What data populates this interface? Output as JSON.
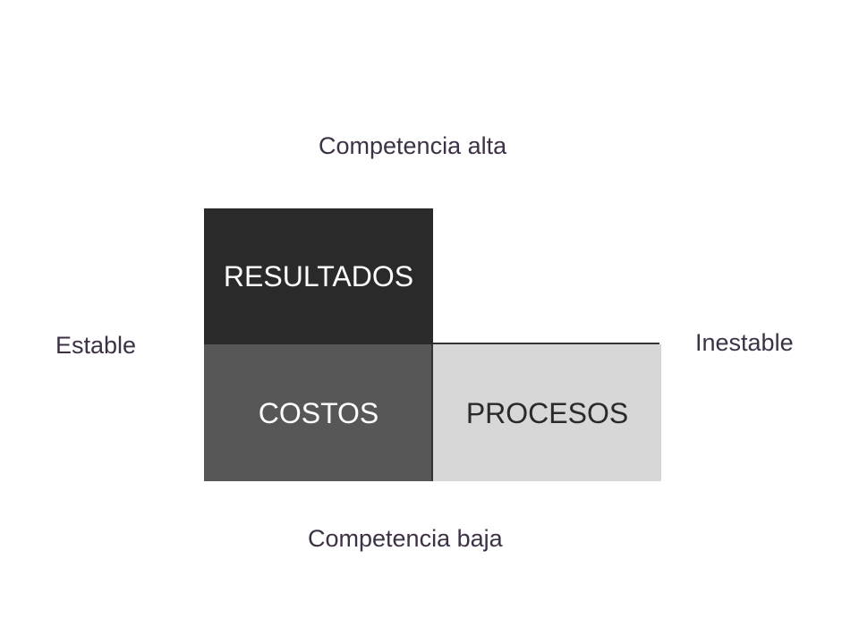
{
  "axes": {
    "top": "Competencia alta",
    "bottom": "Competencia baja",
    "left": "Estable",
    "right": "Inestable"
  },
  "cells": {
    "resultados": "RESULTADOS",
    "costos": "COSTOS",
    "procesos": "PROCESOS"
  },
  "colors": {
    "resultados_bg": "#2a2a2a",
    "costos_bg": "#575757",
    "procesos_bg": "#d7d7d7",
    "label_text": "#3d3146"
  }
}
